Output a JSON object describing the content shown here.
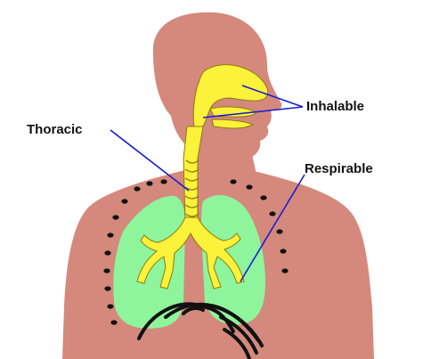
{
  "labels": {
    "inhalable": "Inhalable",
    "thoracic": "Thoracic",
    "respirable": "Respirable"
  },
  "colors": {
    "skin": "#d4897c",
    "airway": "#fbf23a",
    "airway_outline": "#8c7a10",
    "lung": "#8ef59c",
    "pointer_line": "#1c1cd6",
    "dots": "#111111",
    "ribs": "#111111",
    "background": "#ffffff"
  }
}
